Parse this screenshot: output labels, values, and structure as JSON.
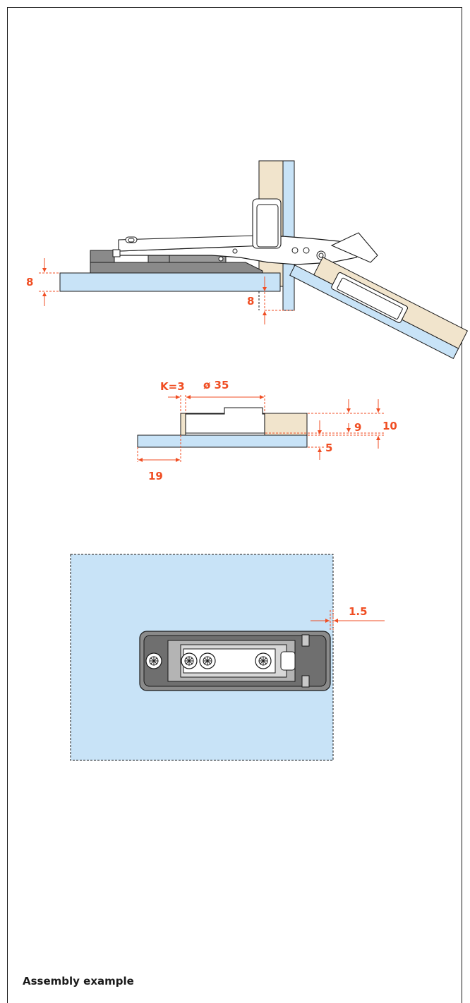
{
  "caption": "Assembly example",
  "colors": {
    "accent": "#f04e23",
    "panel": "#c8e3f7",
    "wood": "#f1e4cc",
    "metal_dark": "#8a8a8a",
    "metal_mid": "#b4b4b4",
    "line": "#1a1a1a"
  },
  "side_view": {
    "left_dim": "8",
    "center_dim": "8"
  },
  "cup_view": {
    "k_label": "K=3",
    "diameter": "ø 35",
    "offset_left": "19",
    "depth_9": "9",
    "depth_10": "10",
    "thickness_5": "5"
  },
  "top_view": {
    "gap": "1.5"
  }
}
